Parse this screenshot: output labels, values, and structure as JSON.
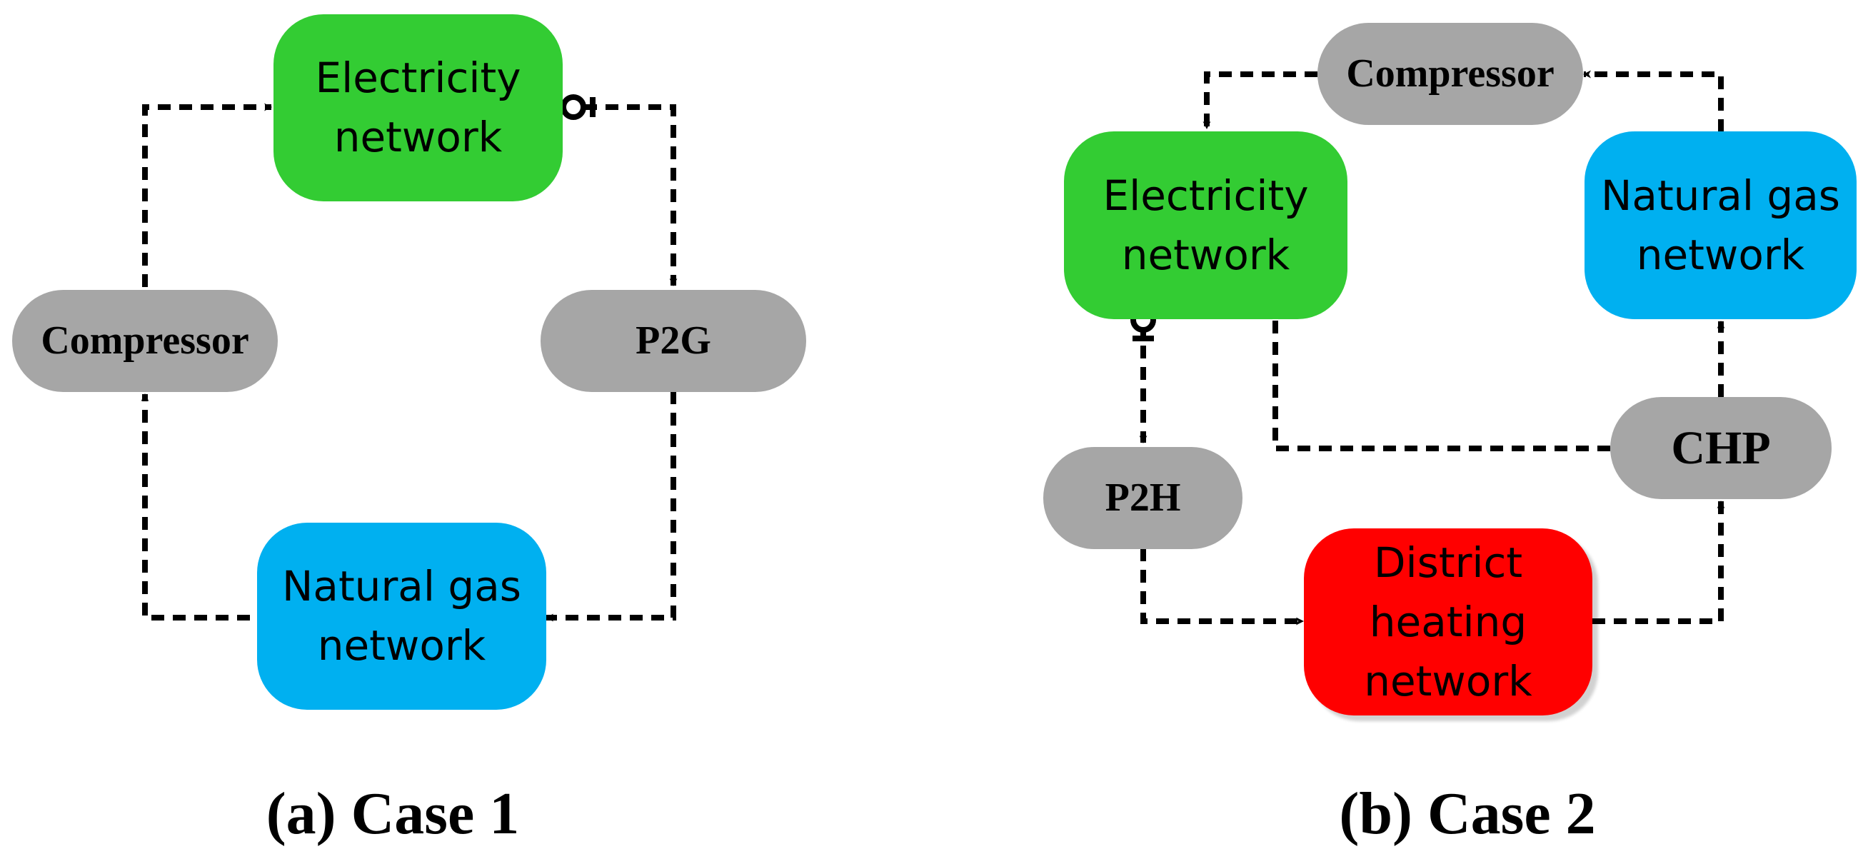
{
  "case1": {
    "caption": "(a) Case 1",
    "electricity": "Electricity\nnetwork",
    "gas": "Natural gas\nnetwork",
    "compressor": "Compressor",
    "p2g": "P2G"
  },
  "case2": {
    "caption": "(b) Case 2",
    "compressor": "Compressor",
    "electricity": "Electricity\nnetwork",
    "gas": "Natural gas\nnetwork",
    "chp": "CHP",
    "p2h": "P2H",
    "heating": "District\nheating\nnetwork"
  },
  "colors": {
    "electricity": "#33cc33",
    "natural_gas": "#00b0f0",
    "district_heating": "#ff0000",
    "converter": "#a6a6a6",
    "arrow": "#000000"
  }
}
